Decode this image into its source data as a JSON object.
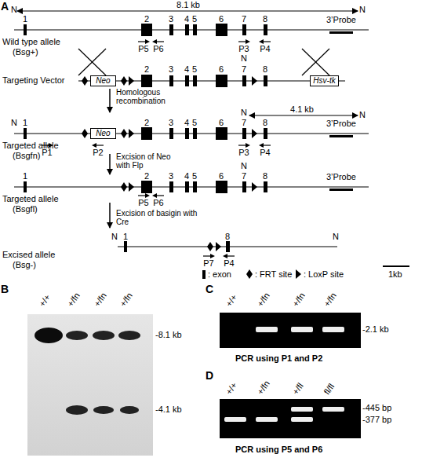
{
  "diagram": {
    "nodes": [
      {
        "text": [
          "Neo"
        ]
      },
      {
        "text": [
          "Hsv-tk"
        ]
      },
      {
        "text": [
          "Neo"
        ]
      }
    ],
    "labels": [
      "A",
      "N",
      "8.1 kb",
      "N",
      "Wild type allele",
      "(Bsg+)",
      "1",
      "2",
      "3",
      "4",
      "5",
      "6",
      "7",
      "8",
      "3’Probe",
      "P5",
      "P6",
      "P3",
      "P4",
      "Targeting Vector",
      "2",
      "3",
      "4",
      "5",
      "6",
      "N",
      "7",
      "8",
      "Homologous recombination",
      "N",
      "N",
      "4.1 kb",
      "N",
      "1",
      "2",
      "3",
      "4",
      "5",
      "6",
      "7",
      "8",
      "3’Probe",
      "Targeted allele",
      "(Bsgfn)",
      "P1",
      "P2",
      "P3",
      "P4",
      "Excision of Neo with Flp",
      "N",
      "1",
      "2",
      "3",
      "4",
      "5",
      "6",
      "7",
      "8",
      "3’Probe",
      "Targeted allele",
      "(Bsgfl)",
      "P5",
      "P6",
      "Excision of basigin with Cre",
      "N",
      "1",
      "8",
      "N",
      "Excised allele",
      "(Bsg-)",
      "P7",
      "P4",
      "1kb",
      "B",
      "+/+",
      "+/fn",
      "+/fn",
      "+/fn",
      "-8.1 kb",
      "-4.1 kb",
      "C",
      "+/+",
      "+/fn",
      "+/fn",
      "+/fn",
      "-2.1 kb",
      "PCR using P1 and P2",
      "D",
      "+/+",
      "+/fn",
      "+/fl",
      "fl/fl",
      "-445 bp",
      "-377 bp",
      "PCR using P5 and P6"
    ],
    "legend": [
      {
        "text": ": exon"
      },
      {
        "text": ": FRT site"
      },
      {
        "text": ": LoxP site"
      }
    ]
  }
}
